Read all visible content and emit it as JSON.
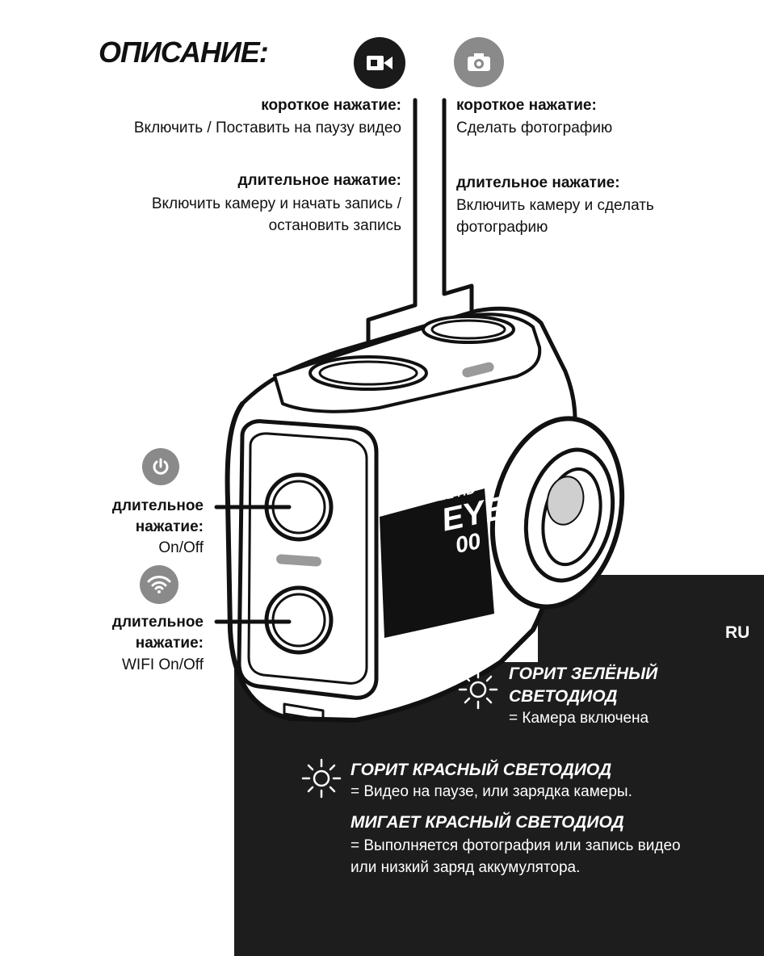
{
  "title": "ОПИСАНИЕ:",
  "video_button": {
    "icon": "video-camera-icon",
    "short_label": "короткое нажатие:",
    "short_text": "Включить / Поставить на паузу видео",
    "long_label": "длительное нажатие:",
    "long_text_1": "Включить камеру и начать запись /",
    "long_text_2": "остановить запись"
  },
  "photo_button": {
    "icon": "photo-camera-icon",
    "short_label": "короткое нажатие:",
    "short_text": "Сделать фотографию",
    "long_label": "длительное нажатие:",
    "long_text_1": "Включить камеру и сделать",
    "long_text_2": "фотографию"
  },
  "power_button": {
    "icon": "power-icon",
    "label_1": "длительное",
    "label_2": "нажатие:",
    "text": "On/Off"
  },
  "wifi_button": {
    "icon": "wifi-icon",
    "label_1": "длительное",
    "label_2": "нажатие:",
    "text": "WIFI On/Off"
  },
  "camera_brand": {
    "line1": "FULL HD",
    "line2": "EYE",
    "line3": "00"
  },
  "lang": "RU",
  "led_green": {
    "icon": "led-sun-icon",
    "title_1": "ГОРИТ ЗЕЛЁНЫЙ",
    "title_2": "СВЕТОДИОД",
    "text": "= Камера включена"
  },
  "led_red": {
    "icon": "led-sun-icon",
    "title": "ГОРИТ КРАСНЫЙ СВЕТОДИОД",
    "text": "= Видео на паузе, или зарядка камеры.",
    "blink_title": "МИГАЕТ КРАСНЫЙ СВЕТОДИОД",
    "blink_text_1": "= Выполняется фотография или запись видео",
    "blink_text_2": "или низкий заряд аккумулятора."
  },
  "colors": {
    "badge_dark": "#1a1a1a",
    "badge_gray": "#8a8a8a",
    "panel": "#1d1d1d"
  }
}
